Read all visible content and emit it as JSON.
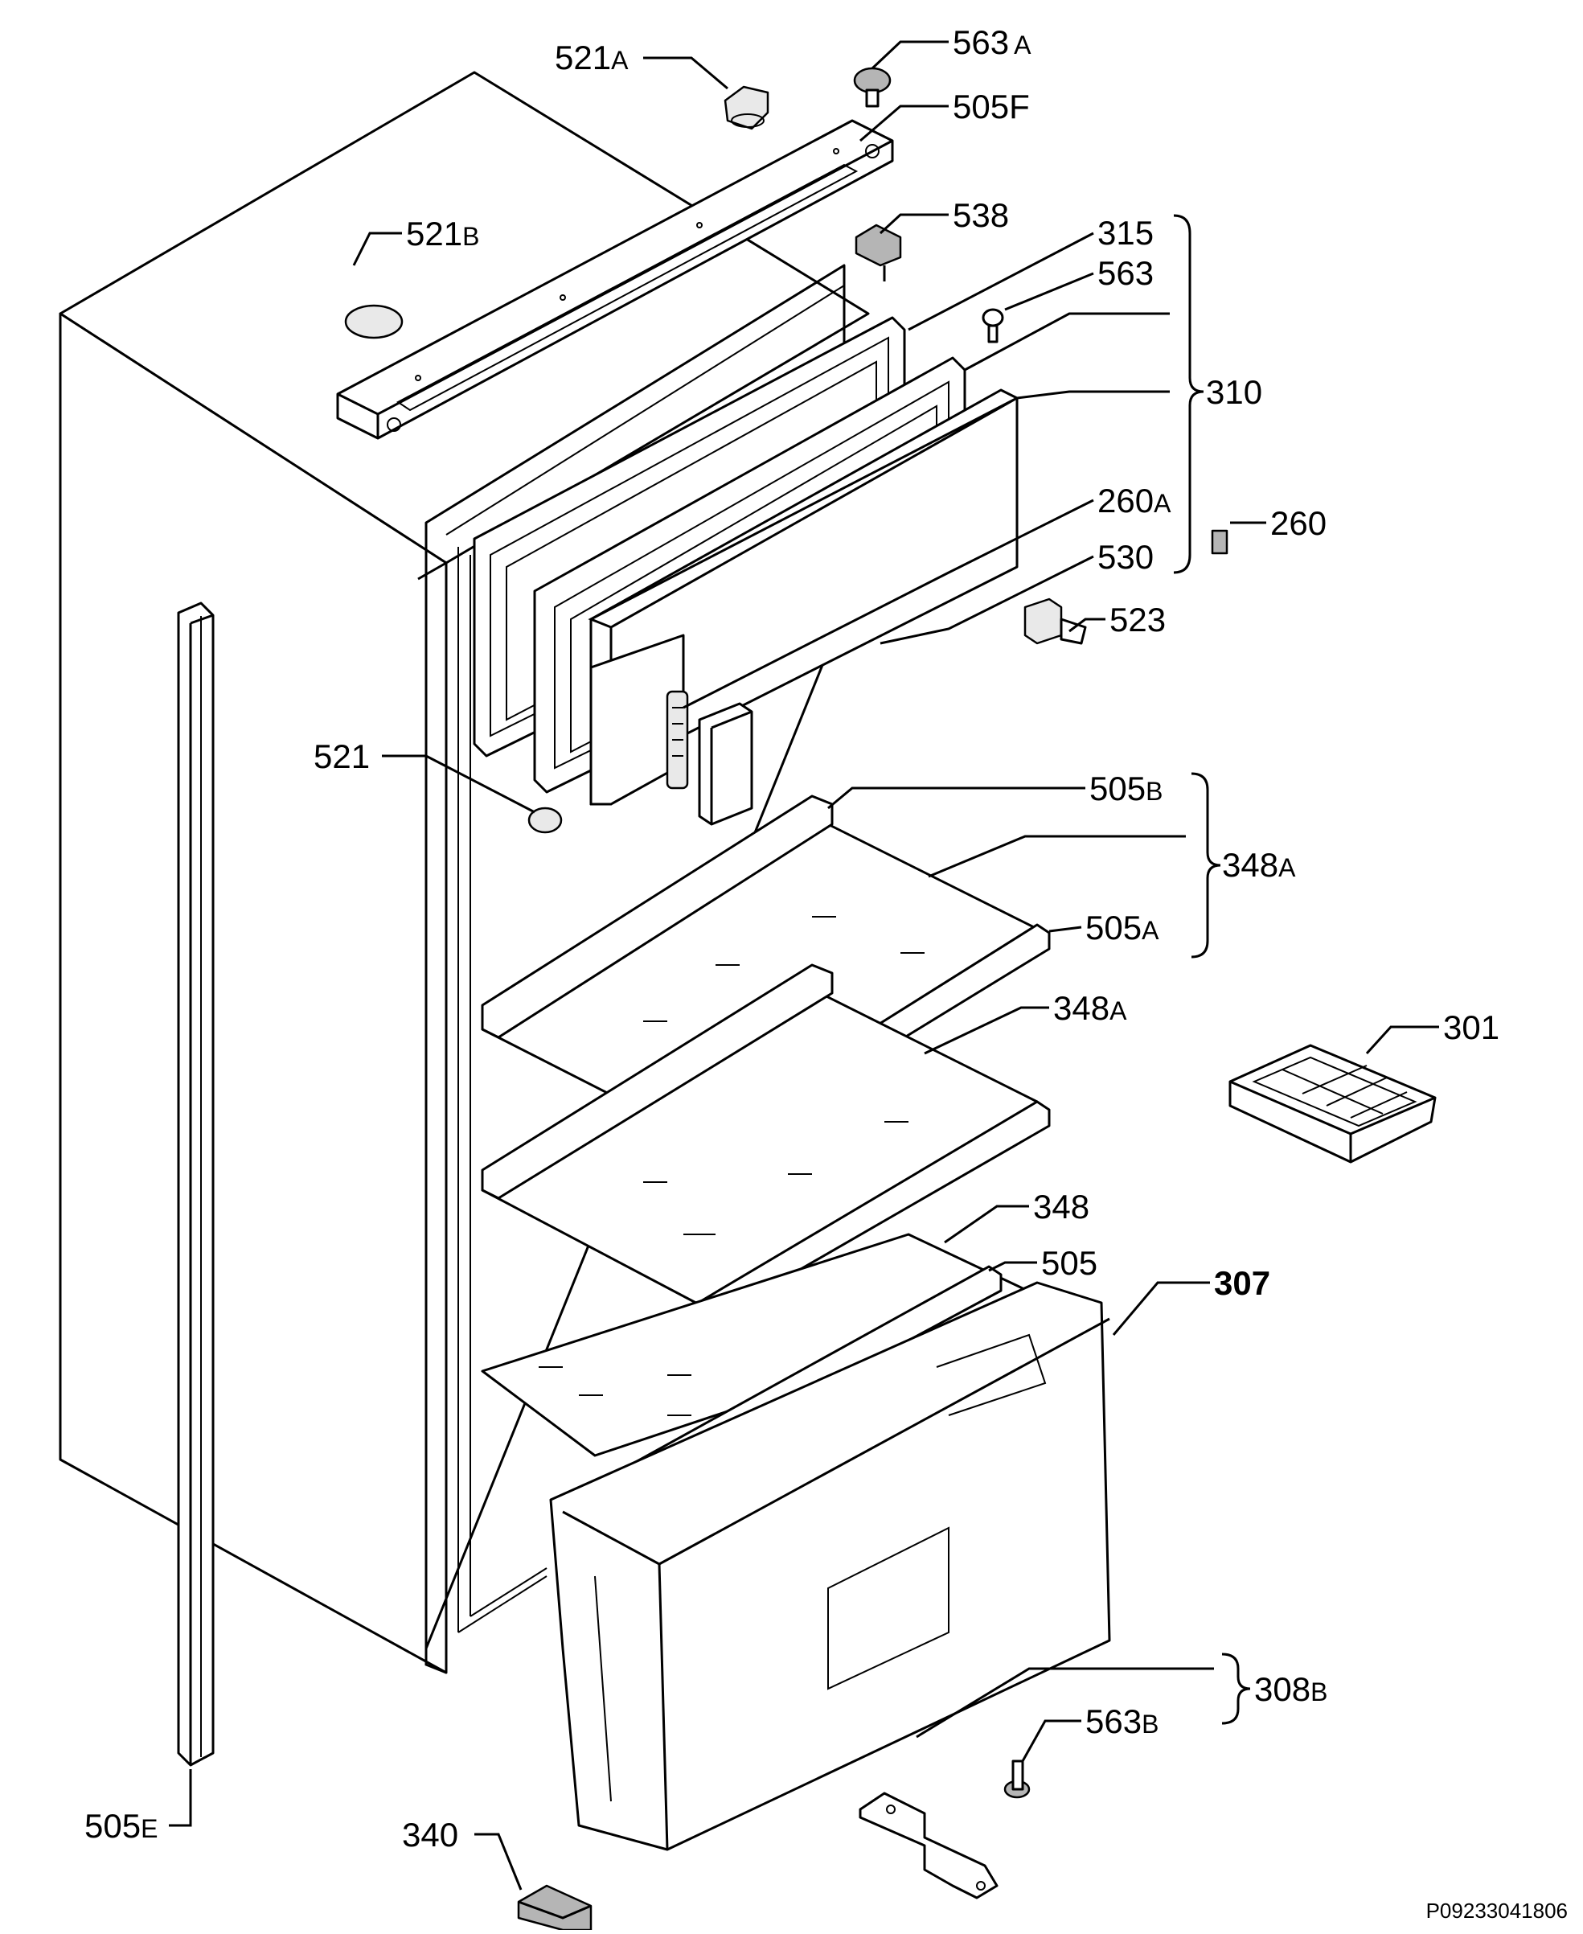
{
  "callouts": [
    {
      "id": "c-521A",
      "num": "521",
      "suffix": "A"
    },
    {
      "id": "c-563A",
      "num": "563",
      "suffix": "A"
    },
    {
      "id": "c-505F",
      "num": "505F",
      "suffix": ""
    },
    {
      "id": "c-521B",
      "num": "521",
      "suffix": "B"
    },
    {
      "id": "c-538",
      "num": "538",
      "suffix": ""
    },
    {
      "id": "c-315",
      "num": "315",
      "suffix": ""
    },
    {
      "id": "c-563",
      "num": "563",
      "suffix": ""
    },
    {
      "id": "c-310",
      "num": "310",
      "suffix": ""
    },
    {
      "id": "c-260A",
      "num": "260",
      "suffix": "A"
    },
    {
      "id": "c-260",
      "num": "260",
      "suffix": ""
    },
    {
      "id": "c-530",
      "num": "530",
      "suffix": ""
    },
    {
      "id": "c-523",
      "num": "523",
      "suffix": ""
    },
    {
      "id": "c-521",
      "num": "521",
      "suffix": ""
    },
    {
      "id": "c-505B",
      "num": "505",
      "suffix": "B"
    },
    {
      "id": "c-348A-top",
      "num": "348",
      "suffix": "A"
    },
    {
      "id": "c-505A",
      "num": "505",
      "suffix": "A"
    },
    {
      "id": "c-348A-mid",
      "num": "348",
      "suffix": "A"
    },
    {
      "id": "c-301",
      "num": "301",
      "suffix": ""
    },
    {
      "id": "c-348",
      "num": "348",
      "suffix": ""
    },
    {
      "id": "c-505",
      "num": "505",
      "suffix": ""
    },
    {
      "id": "c-307",
      "num": "307",
      "suffix": ""
    },
    {
      "id": "c-308B",
      "num": "308",
      "suffix": "B"
    },
    {
      "id": "c-563B",
      "num": "563",
      "suffix": "B"
    },
    {
      "id": "c-505E",
      "num": "505",
      "suffix": "E"
    },
    {
      "id": "c-340",
      "num": "340",
      "suffix": ""
    }
  ],
  "document_code": "P09233041806"
}
